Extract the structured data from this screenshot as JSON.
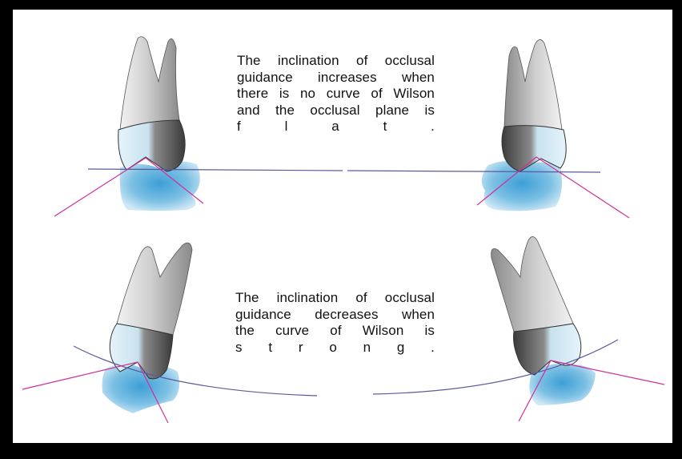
{
  "captions": {
    "top": {
      "line1": "The inclination of occlusal",
      "line2": "guidance increases when",
      "line3": "there is no curve of Wilson",
      "line4": "and the occlusal plane is",
      "line5": "f l a t ."
    },
    "bottom": {
      "line1": "The inclination of occlusal",
      "line2": "guidance decreases when",
      "line3": "the curve of Wilson is",
      "line4": "s t r o n g ."
    }
  },
  "colors": {
    "background_frame": "#000000",
    "canvas": "#ffffff",
    "guidance_lines": "#d0309a",
    "occlusal_plane": "#5a5aa0",
    "root_dark": "#7a7a7a",
    "root_light": "#e6e6e6",
    "crown_light": "#d6ecf6",
    "crown_dark": "#4a4a4a",
    "opposing_tooth": "#5ab0dc"
  }
}
